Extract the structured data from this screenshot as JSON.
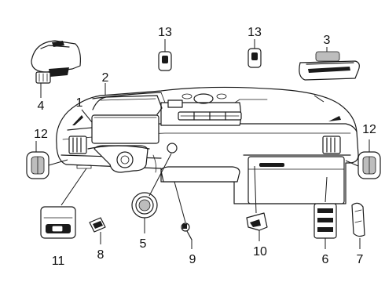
{
  "callouts": {
    "c1": "1",
    "c2": "2",
    "c3": "3",
    "c4": "4",
    "c5": "5",
    "c6": "6",
    "c7": "7",
    "c8": "8",
    "c9": "9",
    "c10": "10",
    "c11": "11",
    "c12_left": "12",
    "c12_right": "12",
    "c13_left": "13",
    "c13_right": "13"
  }
}
